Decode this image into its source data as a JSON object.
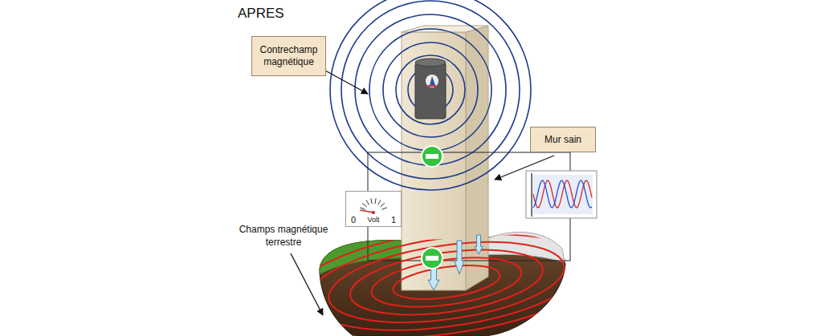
{
  "diagram": {
    "title": "APRES",
    "nodes": [
      {
        "text": [
          "Contrechamp magnétique"
        ]
      },
      {
        "text": [
          "Mur sain"
        ]
      },
      {
        "text": [
          "0",
          "Volt",
          "1"
        ]
      }
    ],
    "labels": [
      "Champs magnétique terrestre"
    ]
  }
}
